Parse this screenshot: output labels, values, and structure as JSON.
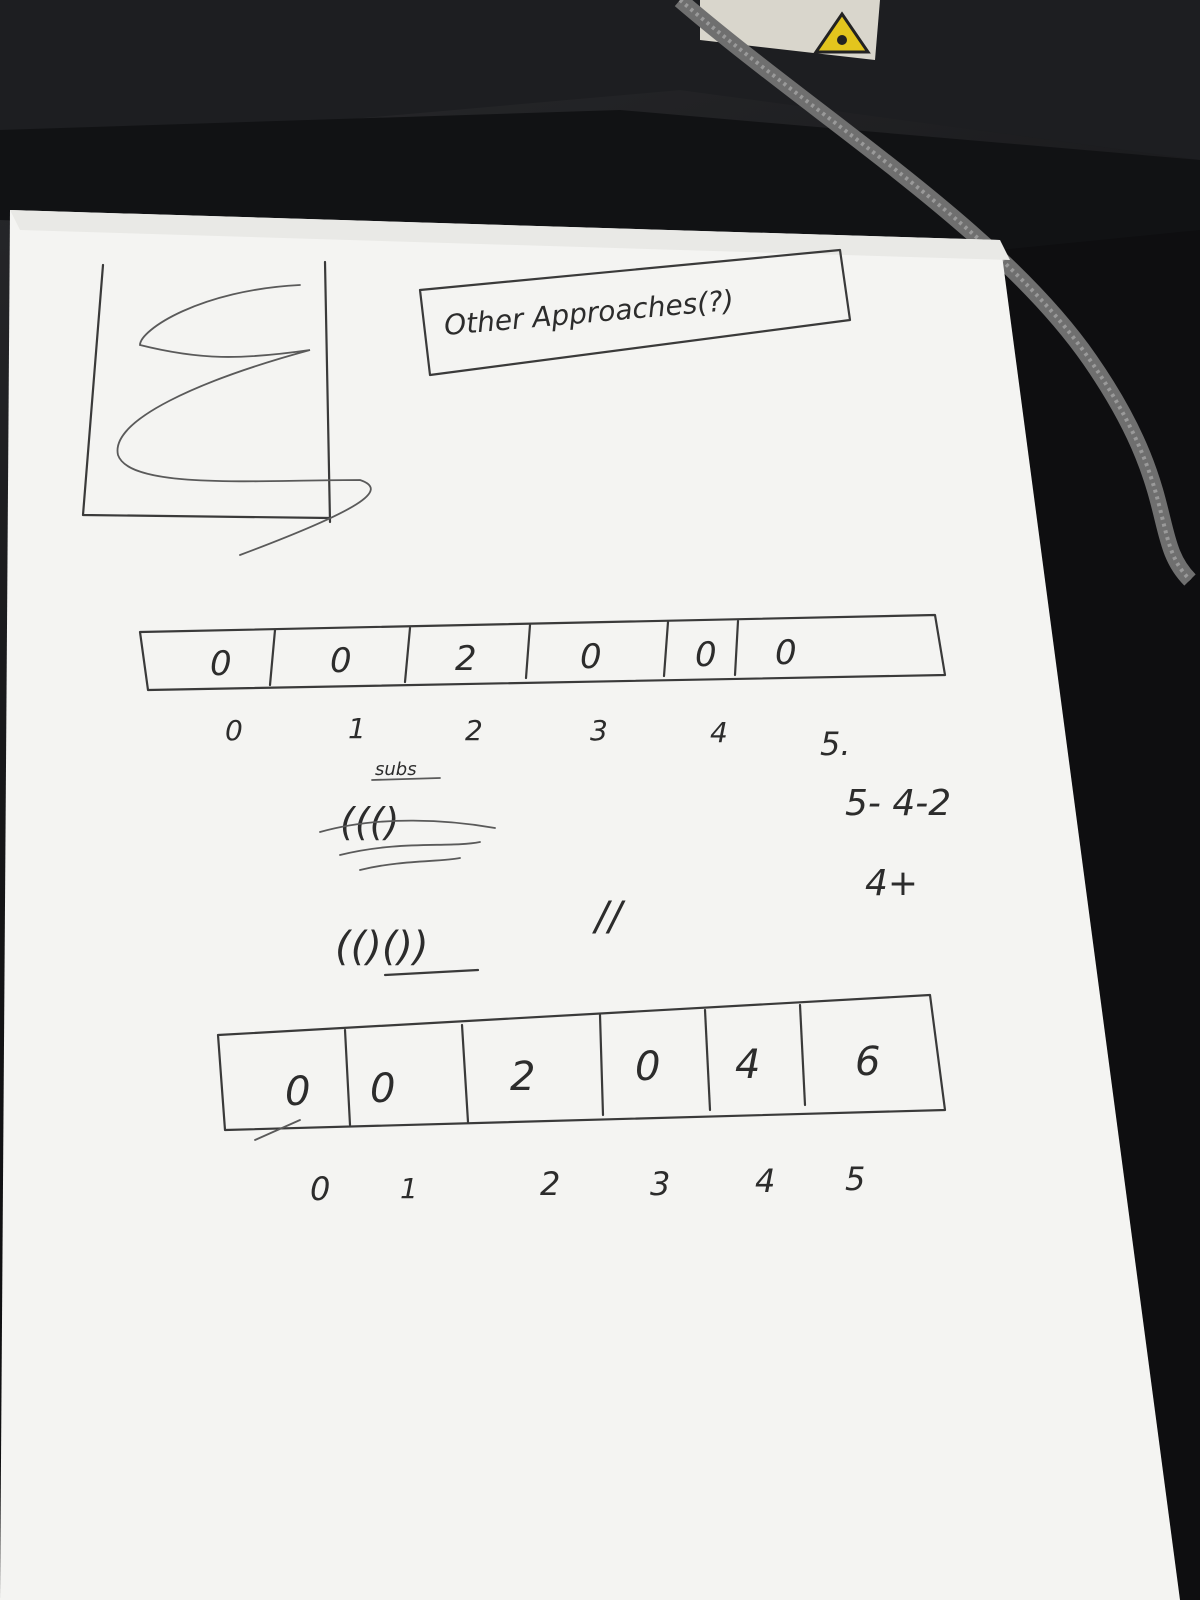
{
  "sketch": {
    "heading": "Other Approaches(?)",
    "array_one": {
      "cells": [
        "0",
        "0",
        "2",
        "0",
        "0",
        "0"
      ],
      "indices": [
        "0",
        "1",
        "2",
        "3",
        "4",
        "5."
      ]
    },
    "side_notes": {
      "line_one": "5- 4-2",
      "line_two": "4+"
    },
    "paren_notes": {
      "scribble_label": "subs",
      "scribble": "((()",
      "balanced": "(()())",
      "check_mark": "//"
    },
    "array_two": {
      "cells": [
        "0",
        "0",
        "2",
        "0",
        "4",
        "6"
      ],
      "indices": [
        "0",
        "1",
        "2",
        "3",
        "4",
        "5"
      ]
    }
  },
  "background": {
    "label_text": "",
    "warning_symbol": "warning-triangle-icon"
  }
}
